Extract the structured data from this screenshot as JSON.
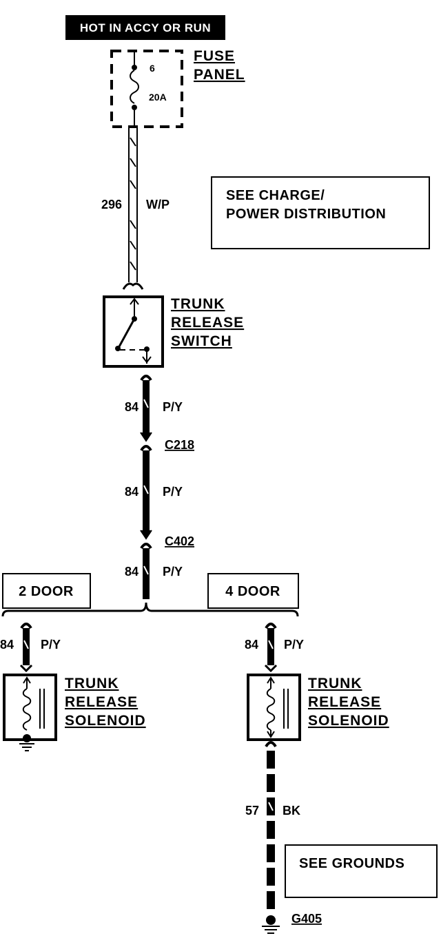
{
  "power_banner": "HOT IN ACCY OR RUN",
  "fuse_panel": {
    "label_line1": "FUSE",
    "label_line2": "PANEL",
    "fuse_number": "6",
    "fuse_rating": "20A"
  },
  "charge_ref": {
    "line1": "SEE CHARGE/",
    "line2": "POWER DISTRIBUTION"
  },
  "wires": {
    "fuse_to_switch": {
      "circuit": "296",
      "color": "W/P"
    },
    "switch_to_c218": {
      "circuit": "84",
      "color": "P/Y"
    },
    "c218_to_c402": {
      "circuit": "84",
      "color": "P/Y"
    },
    "c402_to_split": {
      "circuit": "84",
      "color": "P/Y"
    },
    "left_branch": {
      "circuit": "84",
      "color": "P/Y"
    },
    "right_branch": {
      "circuit": "84",
      "color": "P/Y"
    },
    "ground": {
      "circuit": "57",
      "color": "BK"
    }
  },
  "switch": {
    "line1": "TRUNK",
    "line2": "RELEASE",
    "line3": "SWITCH"
  },
  "connectors": {
    "c218": "C218",
    "c402": "C402"
  },
  "variants": {
    "two_door": "2 DOOR",
    "four_door": "4 DOOR"
  },
  "left_solenoid": {
    "line1": "TRUNK",
    "line2": "RELEASE",
    "line3": "SOLENOID"
  },
  "right_solenoid": {
    "line1": "TRUNK",
    "line2": "RELEASE",
    "line3": "SOLENOID"
  },
  "grounds_ref": "SEE GROUNDS",
  "ground_point": "G405",
  "colors": {
    "ink": "#000000",
    "paper": "#ffffff"
  }
}
